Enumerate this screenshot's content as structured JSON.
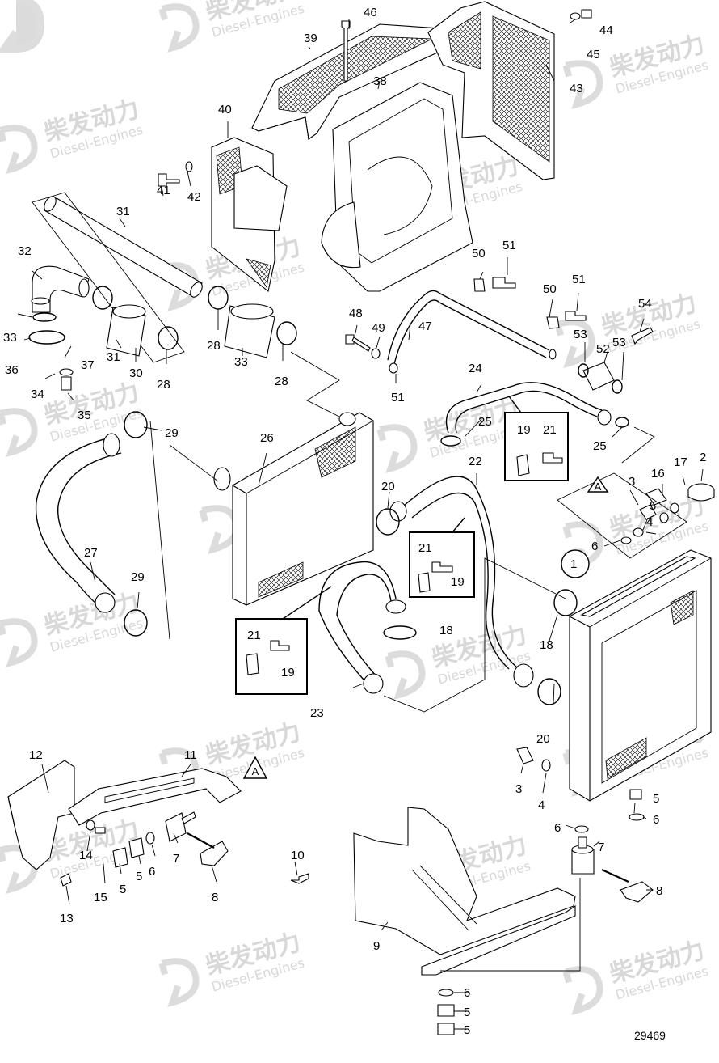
{
  "watermark": {
    "brand": "柴发动力",
    "brand_en": "Diesel-Engines"
  },
  "drawing_number": "29469",
  "view_marker": "A",
  "callouts": [
    {
      "id": "c46",
      "label": "46"
    },
    {
      "id": "c39",
      "label": "39"
    },
    {
      "id": "c44",
      "label": "44"
    },
    {
      "id": "c45",
      "label": "45"
    },
    {
      "id": "c43",
      "label": "43"
    },
    {
      "id": "c38",
      "label": "38"
    },
    {
      "id": "c40",
      "label": "40"
    },
    {
      "id": "c41",
      "label": "41"
    },
    {
      "id": "c42",
      "label": "42"
    },
    {
      "id": "c31a",
      "label": "31"
    },
    {
      "id": "c32",
      "label": "32"
    },
    {
      "id": "c33a",
      "label": "33"
    },
    {
      "id": "c36",
      "label": "36"
    },
    {
      "id": "c37",
      "label": "37"
    },
    {
      "id": "c34",
      "label": "34"
    },
    {
      "id": "c35",
      "label": "35"
    },
    {
      "id": "c31b",
      "label": "31"
    },
    {
      "id": "c30",
      "label": "30"
    },
    {
      "id": "c28a",
      "label": "28"
    },
    {
      "id": "c28b",
      "label": "28"
    },
    {
      "id": "c33b",
      "label": "33"
    },
    {
      "id": "c28c",
      "label": "28"
    },
    {
      "id": "c50a",
      "label": "50"
    },
    {
      "id": "c51a",
      "label": "51"
    },
    {
      "id": "c50b",
      "label": "50"
    },
    {
      "id": "c51b",
      "label": "51"
    },
    {
      "id": "c54",
      "label": "54"
    },
    {
      "id": "c48",
      "label": "48"
    },
    {
      "id": "c49",
      "label": "49"
    },
    {
      "id": "c47",
      "label": "47"
    },
    {
      "id": "c51c",
      "label": "51"
    },
    {
      "id": "c53a",
      "label": "53"
    },
    {
      "id": "c52",
      "label": "52"
    },
    {
      "id": "c53b",
      "label": "53"
    },
    {
      "id": "c24",
      "label": "24"
    },
    {
      "id": "c25a",
      "label": "25"
    },
    {
      "id": "c25b",
      "label": "25"
    },
    {
      "id": "c19a",
      "label": "19"
    },
    {
      "id": "c21a",
      "label": "21"
    },
    {
      "id": "c29a",
      "label": "29"
    },
    {
      "id": "c26",
      "label": "26"
    },
    {
      "id": "c22",
      "label": "22"
    },
    {
      "id": "c20a",
      "label": "20"
    },
    {
      "id": "c21b",
      "label": "21"
    },
    {
      "id": "c19b",
      "label": "19"
    },
    {
      "id": "c27",
      "label": "27"
    },
    {
      "id": "c29b",
      "label": "29"
    },
    {
      "id": "c3a",
      "label": "3"
    },
    {
      "id": "c16",
      "label": "16"
    },
    {
      "id": "c17",
      "label": "17"
    },
    {
      "id": "c2",
      "label": "2"
    },
    {
      "id": "c5a",
      "label": "5"
    },
    {
      "id": "c4a",
      "label": "4"
    },
    {
      "id": "c6a",
      "label": "6"
    },
    {
      "id": "c1",
      "label": "1"
    },
    {
      "id": "c18a",
      "label": "18"
    },
    {
      "id": "c18b",
      "label": "18"
    },
    {
      "id": "c21c",
      "label": "21"
    },
    {
      "id": "c19c",
      "label": "19"
    },
    {
      "id": "c23",
      "label": "23"
    },
    {
      "id": "c20b",
      "label": "20"
    },
    {
      "id": "c12",
      "label": "12"
    },
    {
      "id": "c11",
      "label": "11"
    },
    {
      "id": "c14",
      "label": "14"
    },
    {
      "id": "c15",
      "label": "15"
    },
    {
      "id": "c5b",
      "label": "5"
    },
    {
      "id": "c5c",
      "label": "5"
    },
    {
      "id": "c6b",
      "label": "6"
    },
    {
      "id": "c7a",
      "label": "7"
    },
    {
      "id": "c8a",
      "label": "8"
    },
    {
      "id": "c13",
      "label": "13"
    },
    {
      "id": "c10",
      "label": "10"
    },
    {
      "id": "c3b",
      "label": "3"
    },
    {
      "id": "c4b",
      "label": "4"
    },
    {
      "id": "c5d",
      "label": "5"
    },
    {
      "id": "c6c",
      "label": "6"
    },
    {
      "id": "c6d",
      "label": "6"
    },
    {
      "id": "c7b",
      "label": "7"
    },
    {
      "id": "c8b",
      "label": "8"
    },
    {
      "id": "c9",
      "label": "9"
    },
    {
      "id": "c6e",
      "label": "6"
    },
    {
      "id": "c5e",
      "label": "5"
    },
    {
      "id": "c5f",
      "label": "5"
    }
  ]
}
